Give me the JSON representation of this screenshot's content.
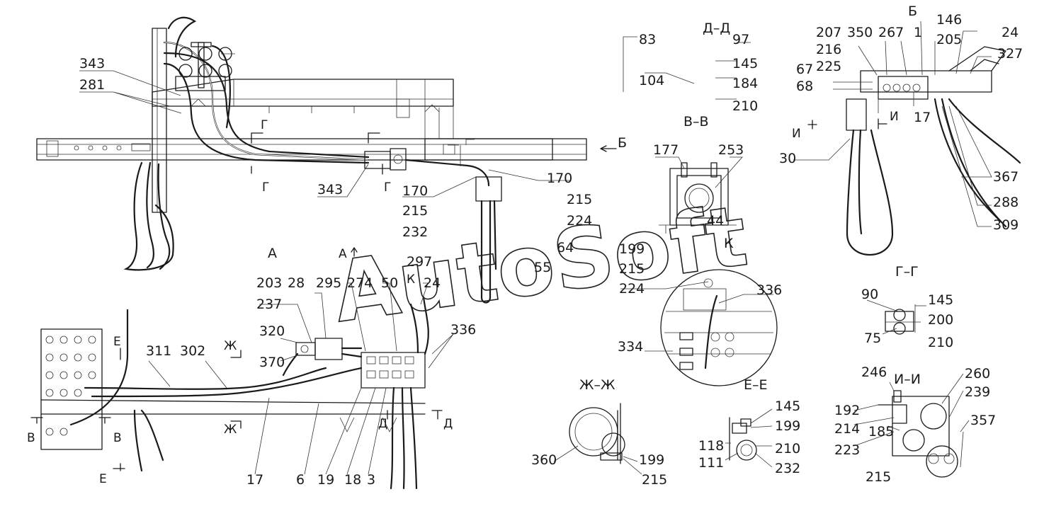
{
  "watermark": "AutoSoft",
  "direction_label": "Б",
  "sections": {
    "dd": "Д–Д",
    "vv": "В–В",
    "gg": "Г–Г",
    "zhzh": "Ж–Ж",
    "ee": "Е–Е",
    "ii": "И–И",
    "b": "Б",
    "a": "А",
    "k": "К"
  },
  "cut_marks": {
    "g1": "Г",
    "g2": "Г",
    "g3": "Г",
    "a_top": "А",
    "i1": "И",
    "i2": "И",
    "v1": "В",
    "v2": "В",
    "e1": "Е",
    "e2": "Е",
    "zh1": "Ж",
    "zh2": "Ж",
    "d1": "Д",
    "d2": "Д",
    "k_top": "К"
  },
  "labels": {
    "main_view": [
      "343",
      "281",
      "343",
      "170",
      "170",
      "215",
      "215",
      "224",
      "232",
      "64",
      "55",
      "297"
    ],
    "section_dd": [
      "83",
      "97",
      "145",
      "104",
      "184",
      "210"
    ],
    "section_vv": [
      "177",
      "253",
      "44"
    ],
    "section_k": [
      "199",
      "215",
      "224",
      "336",
      "334"
    ],
    "view_b": [
      "207",
      "350",
      "267",
      "1",
      "146",
      "205",
      "24",
      "216",
      "225",
      "327",
      "67",
      "68",
      "17",
      "30",
      "367",
      "288",
      "309"
    ],
    "section_gg": [
      "90",
      "145",
      "200",
      "210",
      "75"
    ],
    "view_a": [
      "203",
      "237",
      "28",
      "295",
      "274",
      "50",
      "24",
      "320",
      "370",
      "311",
      "302",
      "336",
      "17",
      "6",
      "19",
      "18",
      "3"
    ],
    "section_zhzh": [
      "360",
      "199",
      "215"
    ],
    "section_ee": [
      "145",
      "199",
      "210",
      "232",
      "118",
      "111"
    ],
    "section_ii": [
      "246",
      "260",
      "239",
      "192",
      "214",
      "223",
      "185",
      "215",
      "357"
    ]
  }
}
